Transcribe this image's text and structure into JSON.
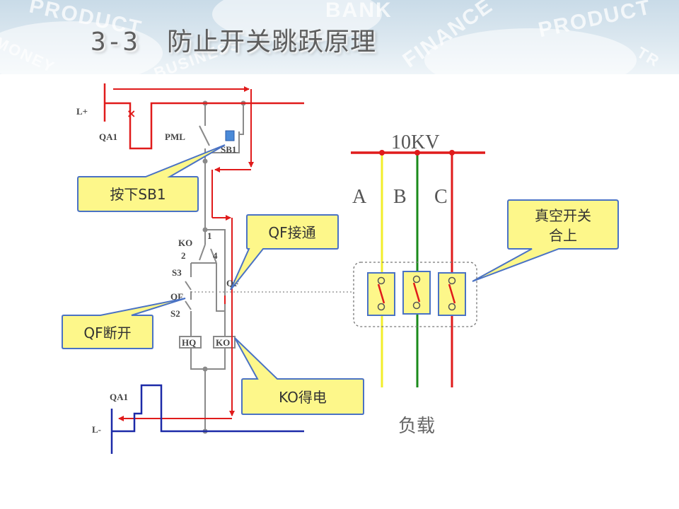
{
  "slide": {
    "number": "3-3",
    "title": "防止开关跳跃原理",
    "watermarks": [
      "PRODUCT",
      "BANK",
      "FINANCE",
      "PRODUCT",
      "MONEY",
      "BUSINESS",
      "TR"
    ]
  },
  "diagram": {
    "labels": {
      "lplus": "L+",
      "qa1_top": "QA1",
      "pml": "PML",
      "sb1": "SB1",
      "ko": "KO",
      "n1": "1",
      "n2": "2",
      "n4": "4",
      "s3": "S3",
      "qf_left": "QF",
      "qf_right": "QF",
      "s2": "S2",
      "hq": "HQ",
      "ko_coil": "KO",
      "qa1_bottom": "QA1",
      "lminus": "L-",
      "voltage": "10KV",
      "phase_a": "A",
      "phase_b": "B",
      "phase_c": "C",
      "load": "负载"
    },
    "callouts": {
      "press_sb1": "按下SB1",
      "qf_on": "QF接通",
      "qf_off": "QF断开",
      "ko_energized": "KO得电",
      "vacuum_line1": "真空开关",
      "vacuum_line2": "合上"
    },
    "colors": {
      "red": "#e01b1b",
      "blue": "#1c2aa8",
      "gray": "#8a8a8a",
      "yellow": "#f2ee2a",
      "green": "#1a8a1a",
      "callout_fill": "#fdf78a",
      "callout_stroke": "#4a72c4"
    }
  }
}
